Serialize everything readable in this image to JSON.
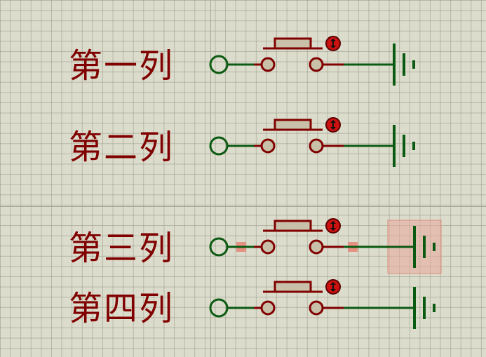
{
  "rows": [
    {
      "label": "第一列"
    },
    {
      "label": "第二列"
    },
    {
      "label": "第三列",
      "selected": true
    },
    {
      "label": "第四列"
    }
  ],
  "colors": {
    "background": "#dcdccc",
    "wire_green": "#0b5a12",
    "component_red": "#800000",
    "label_red": "#800000",
    "terminal_fill": "#c8c0a8",
    "indicator_red": "#cc1111",
    "selection": "#e8a89a"
  },
  "icons": {
    "switch": "push-button-switch-icon",
    "ground": "ground-icon",
    "terminal": "open-terminal-icon",
    "indicator": "actuator-indicator-icon"
  }
}
